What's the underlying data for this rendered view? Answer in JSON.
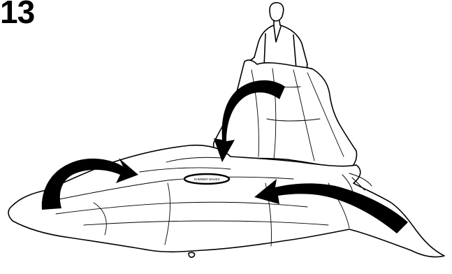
{
  "step": {
    "number": "13"
  },
  "logo": {
    "text": "SUMMER WAVES"
  },
  "colors": {
    "ink": "#000000",
    "paper": "#ffffff"
  },
  "icons": [
    "person-figure",
    "folded-pool-liner",
    "fold-arrow"
  ]
}
